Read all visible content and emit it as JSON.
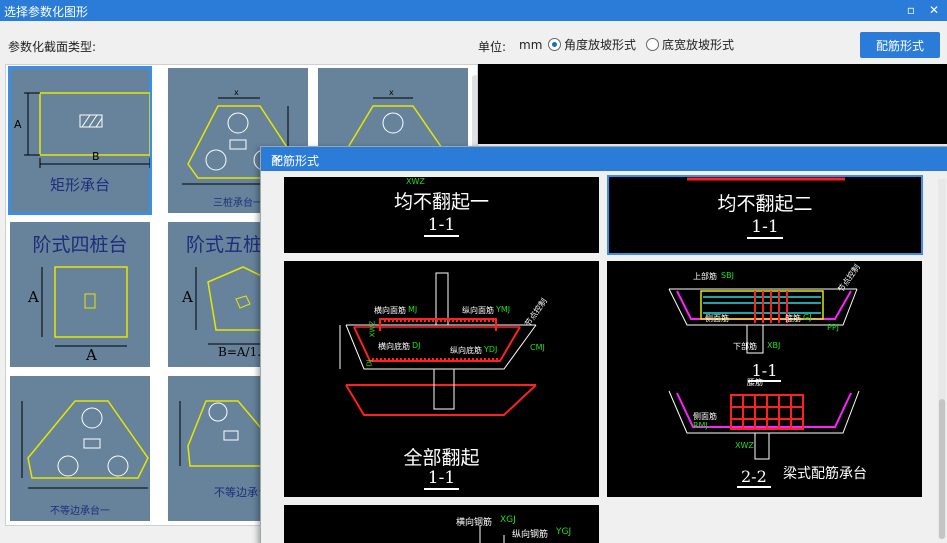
{
  "window": {
    "title": "选择参数化图形",
    "maximize_icon": "maximize-icon",
    "close_icon": "close-icon"
  },
  "toolbar": {
    "section_type_label": "参数化截面类型:",
    "unit_label": "单位:",
    "unit_value": "mm",
    "radio_angle": "角度放坡形式",
    "radio_width": "底宽放坡形式",
    "selected_radio": "angle",
    "rebar_button": "配筋形式"
  },
  "gallery": {
    "items": [
      {
        "label": "矩形承台",
        "dim_a": "A",
        "dim_b": "B"
      },
      {
        "label": "三桩承台一",
        "dim_x": "x"
      },
      {
        "label": "",
        "dim_x": "x"
      },
      {
        "label": "阶式四桩台",
        "dim_a": "A",
        "dim_b": "A"
      },
      {
        "label": "阶式五桩",
        "dim_a": "A",
        "dim_b": "B=A/1."
      },
      {
        "label": "不等边承台一"
      },
      {
        "label": "不等边承台"
      }
    ]
  },
  "dialog": {
    "title": "配筋形式",
    "close_icon": "close-icon",
    "cards": [
      {
        "title": "均不翻起一",
        "section": "1-1",
        "tag": "XWZ"
      },
      {
        "title": "均不翻起二",
        "section": "1-1"
      },
      {
        "title": "全部翻起",
        "section": "1-1",
        "labels": [
          "横向面筋",
          "MJ",
          "纵向面筋",
          "YMJ",
          "横向底筋",
          "DJ",
          "纵向底筋",
          "YDJ",
          "节点控制",
          "CMJ",
          "XWZ",
          "DJ"
        ]
      },
      {
        "title": "梁式配筋承台",
        "section_a": "1-1",
        "section_b": "2-2",
        "labels": [
          "上部筋",
          "SBJ",
          "侧面筋",
          "PPJ",
          "下部筋",
          "XBJ",
          "箍筋",
          "GJ",
          "节点控制",
          "腰筋",
          "侧面筋",
          "RMJ",
          "XWZ"
        ]
      },
      {
        "labels": [
          "横向钢筋",
          "XGJ",
          "纵向钢筋",
          "YGJ"
        ]
      }
    ]
  },
  "colors": {
    "accent": "#2b7bd9",
    "thumb_bg": "#66839b",
    "cad_yellow": "#e6e600",
    "cad_red": "#ff2020",
    "cad_green": "#22dd22"
  }
}
